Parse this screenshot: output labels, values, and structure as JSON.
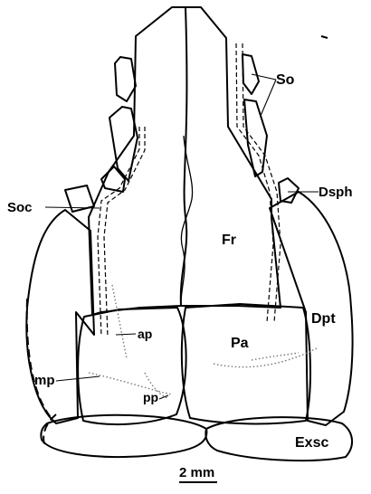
{
  "labels": {
    "so": "So",
    "dsph": "Dsph",
    "soc": "Soc",
    "fr": "Fr",
    "dpt": "Dpt",
    "ap": "ap",
    "pa": "Pa",
    "mp": "mp",
    "pp": "pp",
    "exsc": "Exsc"
  },
  "scale_bar": {
    "label": "2 mm"
  },
  "colors": {
    "ink": "#000000",
    "paper": "#ffffff",
    "sensory_dots": "#777777"
  }
}
